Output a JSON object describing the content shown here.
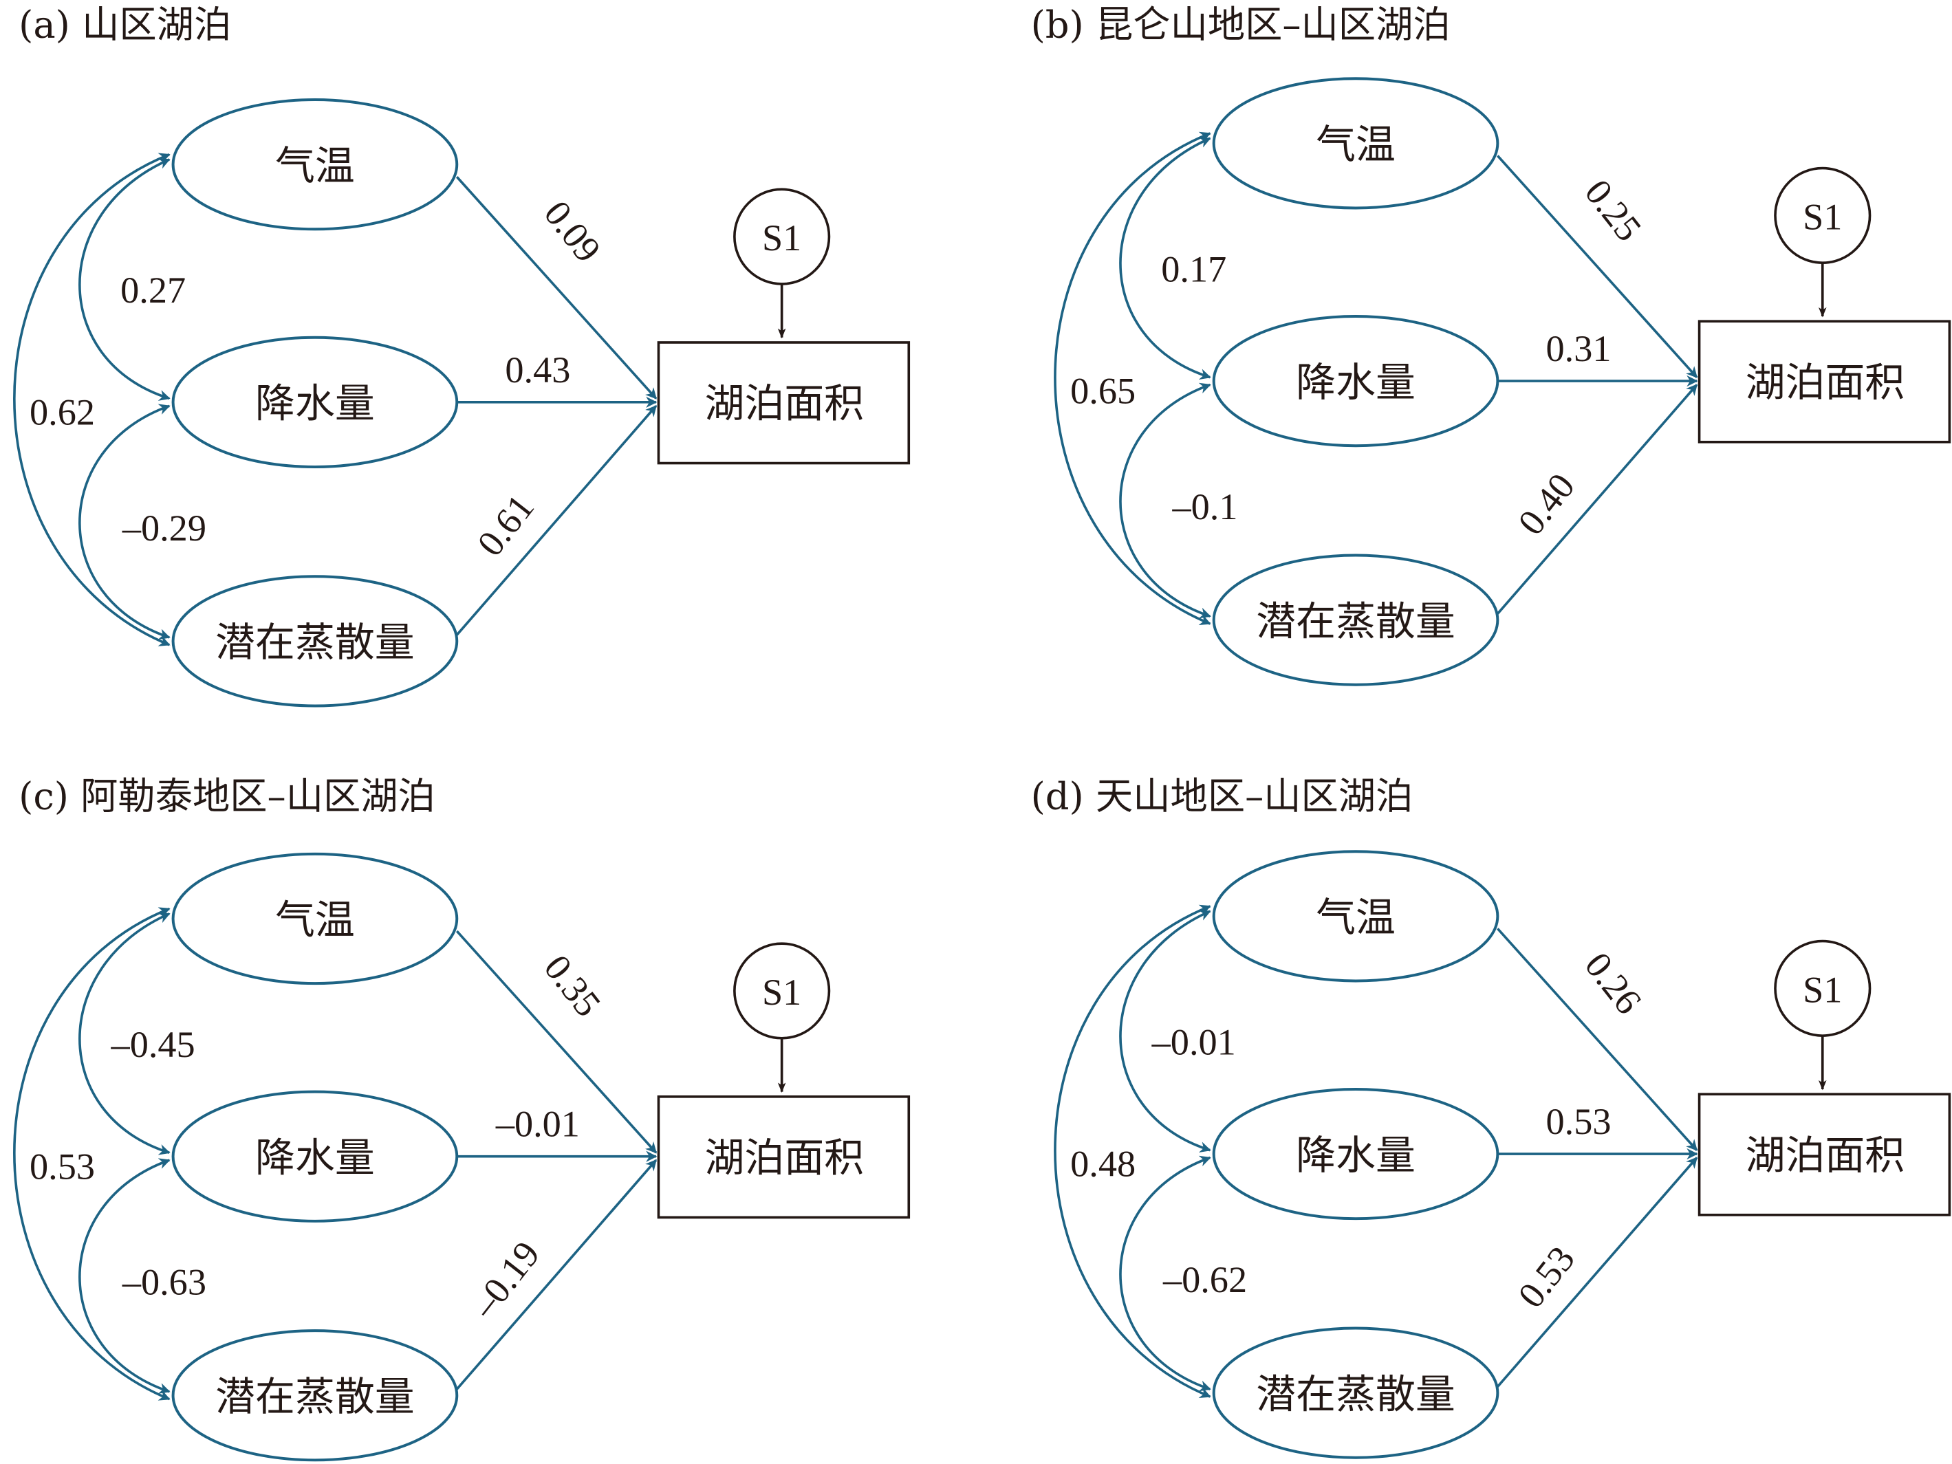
{
  "colors": {
    "path": "#1d6384",
    "text": "#231815"
  },
  "nodes": {
    "temp": "气温",
    "precip": "降水量",
    "pet": "潜在蒸散量",
    "lake": "湖泊面积",
    "error": "S1"
  },
  "panels": [
    {
      "title": "(a) 山区湖泊",
      "corr_temp_precip": "0.27",
      "corr_temp_pet": "0.62",
      "corr_precip_pet": "–0.29",
      "path_temp": "0.09",
      "path_precip": "0.43",
      "path_pet": "0.61"
    },
    {
      "title": "(b) 昆仑山地区–山区湖泊",
      "corr_temp_precip": "0.17",
      "corr_temp_pet": "0.65",
      "corr_precip_pet": "–0.1",
      "path_temp": "0.25",
      "path_precip": "0.31",
      "path_pet": "0.40"
    },
    {
      "title": "(c) 阿勒泰地区–山区湖泊",
      "corr_temp_precip": "–0.45",
      "corr_temp_pet": "0.53",
      "corr_precip_pet": "–0.63",
      "path_temp": "0.35",
      "path_precip": "–0.01",
      "path_pet": "–0.19"
    },
    {
      "title": "(d) 天山地区–山区湖泊",
      "corr_temp_precip": "–0.01",
      "corr_temp_pet": "0.48",
      "corr_precip_pet": "–0.62",
      "path_temp": "0.26",
      "path_precip": "0.53",
      "path_pet": "0.53"
    }
  ]
}
